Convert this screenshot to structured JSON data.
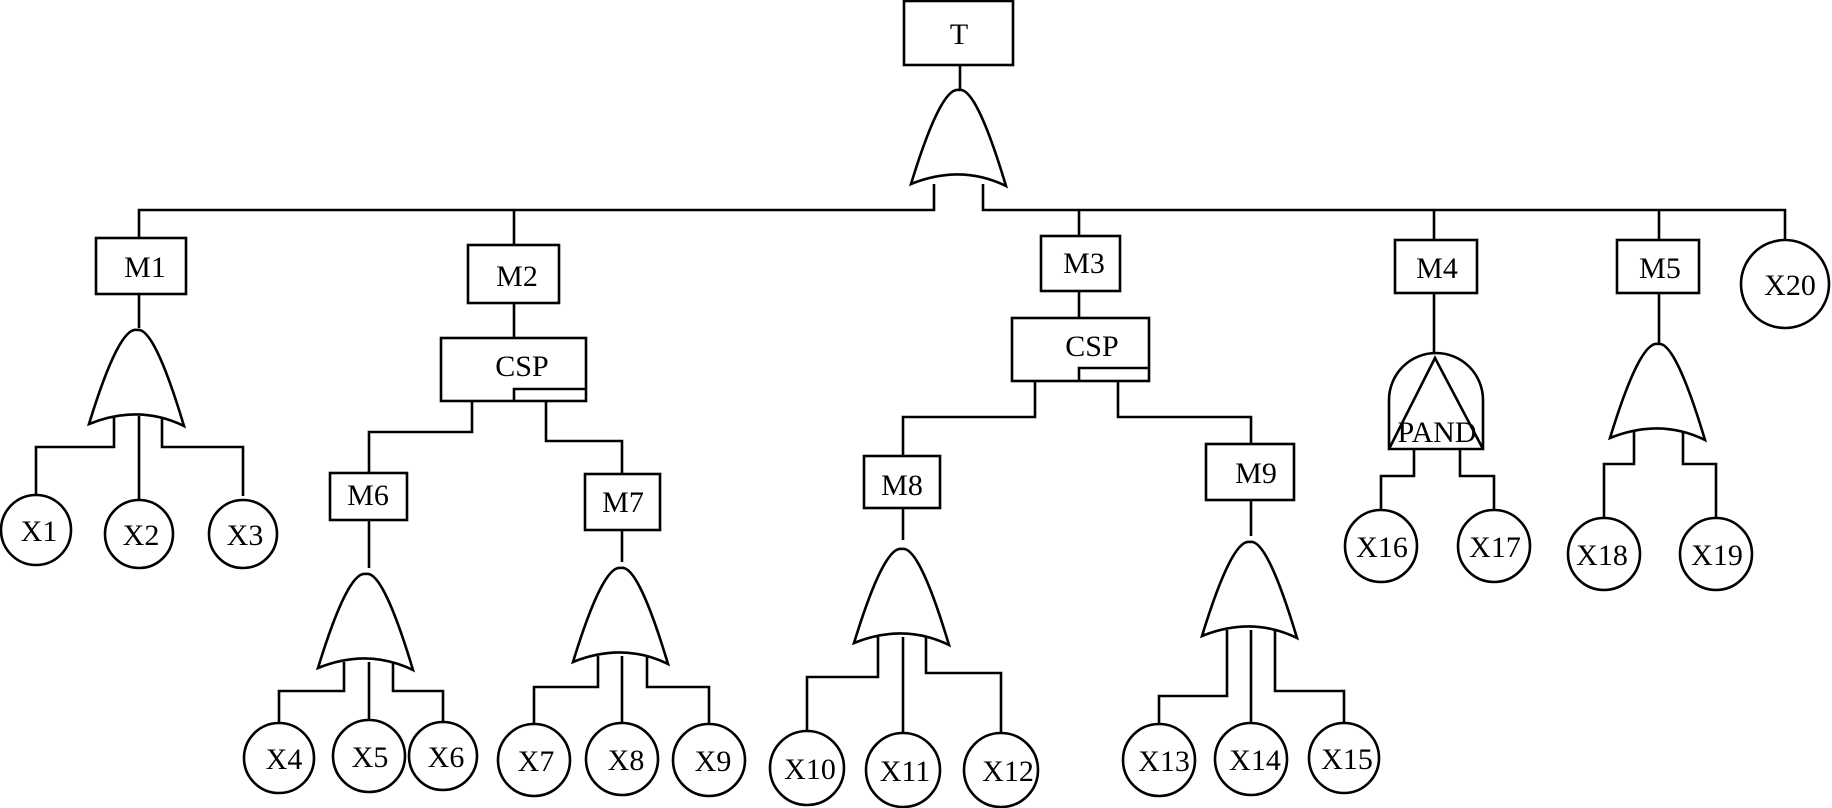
{
  "top_event": "T",
  "intermediate_events": [
    "M1",
    "M2",
    "M3",
    "M4",
    "M5",
    "M6",
    "M7",
    "M8",
    "M9"
  ],
  "basic_events": [
    "X1",
    "X2",
    "X3",
    "X4",
    "X5",
    "X6",
    "X7",
    "X8",
    "X9",
    "X10",
    "X11",
    "X12",
    "X13",
    "X14",
    "X15",
    "X16",
    "X17",
    "X18",
    "X19",
    "X20"
  ],
  "gate_labels": {
    "csp_m2": "CSP",
    "csp_m3": "CSP",
    "pand_m4": "PAND"
  }
}
